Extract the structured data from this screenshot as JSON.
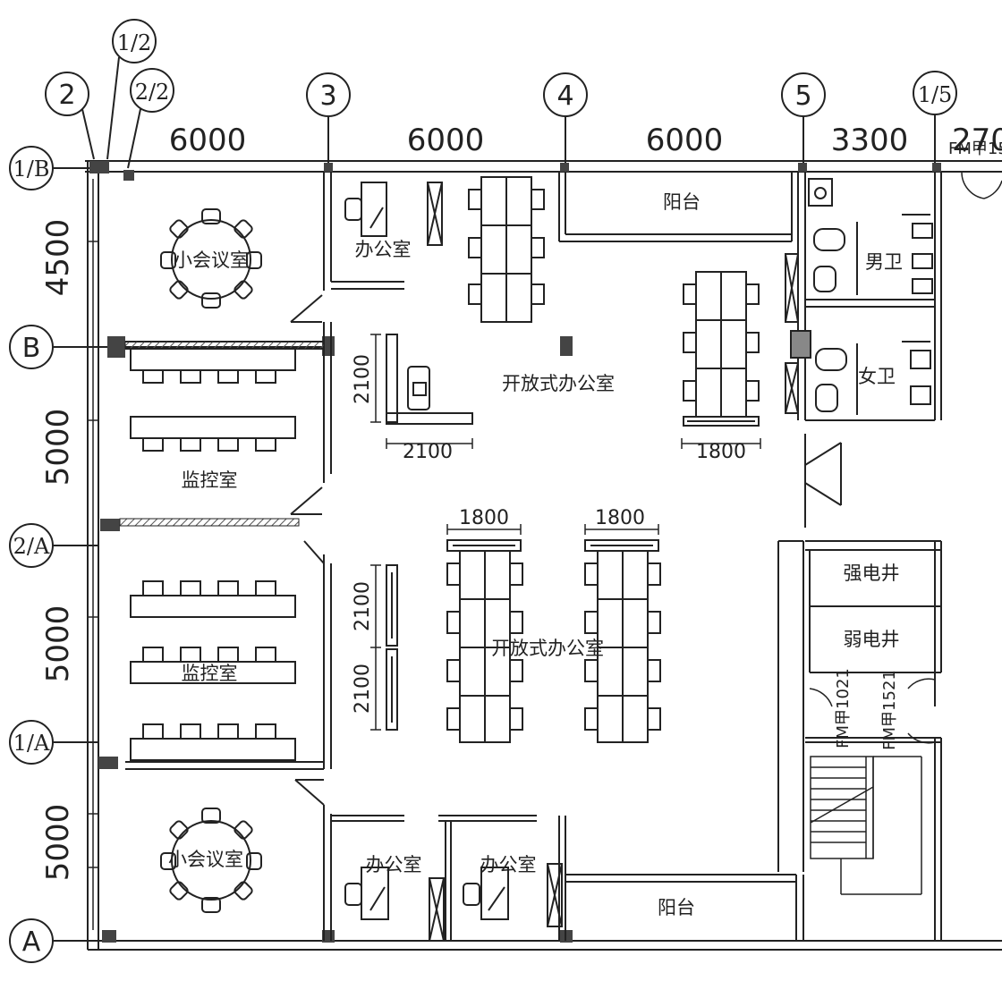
{
  "axes": {
    "top": [
      {
        "label": "2"
      },
      {
        "label": "1/2"
      },
      {
        "label": "2/2"
      },
      {
        "label": "3"
      },
      {
        "label": "4"
      },
      {
        "label": "5"
      },
      {
        "label": "1/5"
      }
    ],
    "left": [
      {
        "label": "1/B"
      },
      {
        "label": "B"
      },
      {
        "label": "2/A"
      },
      {
        "label": "1/A"
      },
      {
        "label": "A"
      }
    ]
  },
  "dims": {
    "top": [
      "6000",
      "6000",
      "6000",
      "3300",
      "270"
    ],
    "left": [
      "4500",
      "5000",
      "5000",
      "5000"
    ]
  },
  "rooms": {
    "meeting_top": "小会议室",
    "meeting_bottom": "小会议室",
    "office_top": "办公室",
    "office_bottom_1": "办公室",
    "office_bottom_2": "办公室",
    "open_office_top": "开放式办公室",
    "open_office_center": "开放式办公室",
    "monitor_top": "监控室",
    "monitor_bottom": "监控室",
    "balcony_top": "阳台",
    "balcony_bottom": "阳台",
    "men_wc": "男卫",
    "women_wc": "女卫",
    "strong_shaft": "强电井",
    "weak_shaft": "弱电井"
  },
  "furniture_dims": {
    "corner_h": "2100",
    "corner_w": "2100",
    "desk_right_w": "1800",
    "desk_center_1_w": "1800",
    "desk_center_2_w": "1800",
    "cab_1_h": "2100",
    "cab_2_h": "2100"
  },
  "doors": {
    "door_top": "FM甲15",
    "door_shaft": "FM甲1021",
    "door_stair": "FM甲1521"
  }
}
